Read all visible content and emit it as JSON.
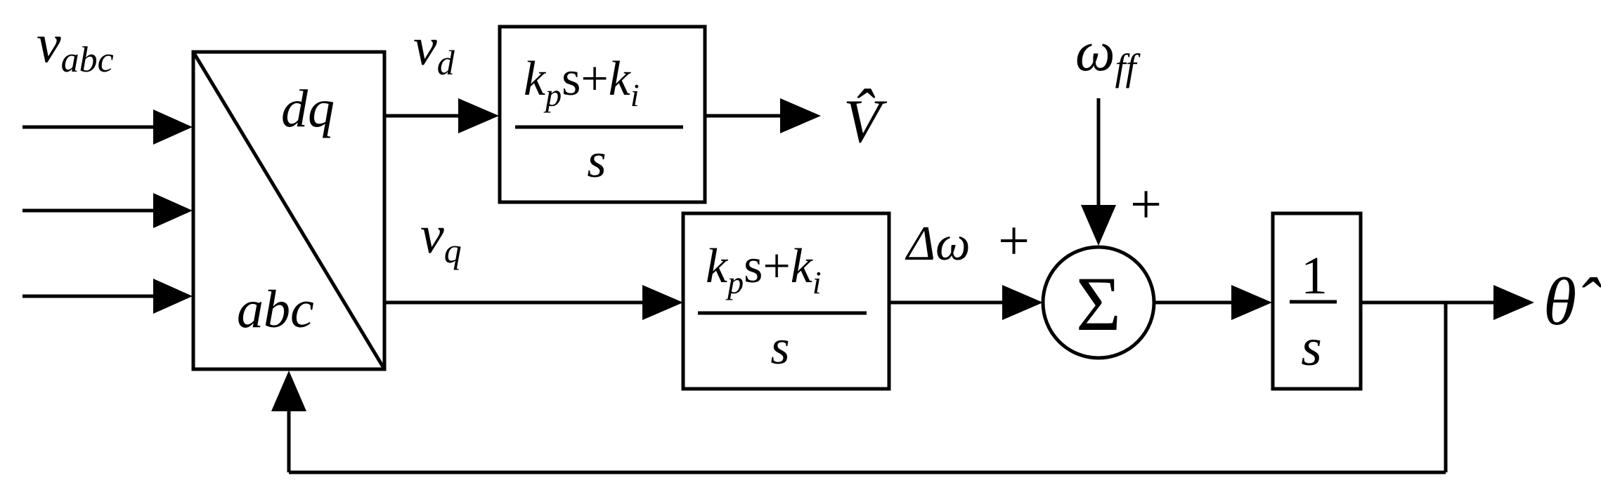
{
  "inputs": {
    "vabc": {
      "main": "v",
      "sub": "abc"
    }
  },
  "transform": {
    "top": "dq",
    "bottom": "abc"
  },
  "signals": {
    "vd": {
      "main": "v",
      "sub": "d"
    },
    "vq": {
      "main": "v",
      "sub": "q"
    },
    "delta_omega": "Δω",
    "omega_ff": {
      "main": "ω",
      "sub": "ff"
    },
    "plus_delta": "+",
    "plus_ff": "+"
  },
  "pi_top": {
    "kp": "k",
    "kp_sub": "p",
    "mid": "s+",
    "ki": "k",
    "ki_sub": "i",
    "den": "s"
  },
  "pi_bottom": {
    "kp": "k",
    "kp_sub": "p",
    "mid": "s+",
    "ki": "k",
    "ki_sub": "i",
    "den": "s"
  },
  "summer": {
    "symbol": "Σ"
  },
  "integrator": {
    "num": "1",
    "den": "s"
  },
  "outputs": {
    "v_hat": "V̂",
    "theta_hat": "θ̂"
  }
}
